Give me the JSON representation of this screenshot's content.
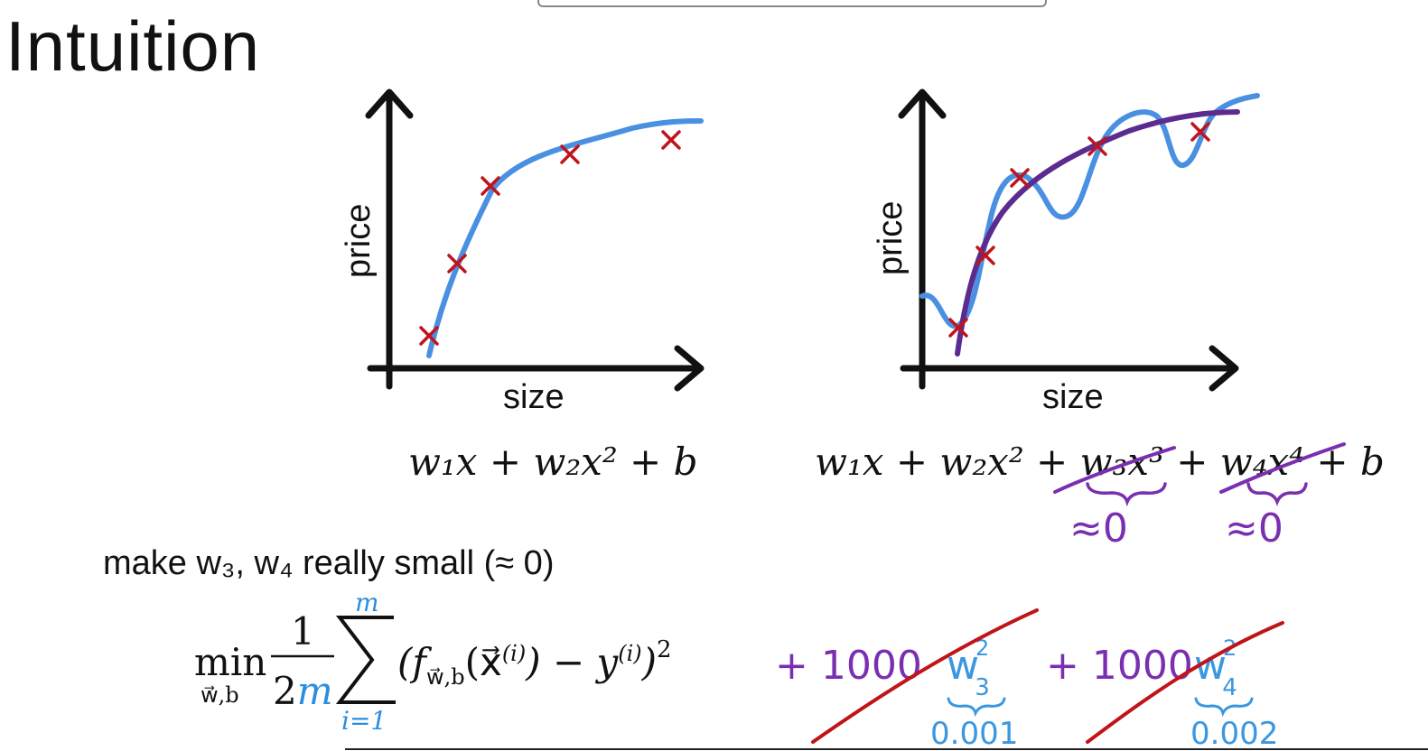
{
  "slide": {
    "title": "Intuition"
  },
  "left_plot": {
    "x_label": "size",
    "y_label": "price",
    "equation": "w₁x + w₂x² + b"
  },
  "right_plot": {
    "x_label": "size",
    "y_label": "price",
    "equation": "w₁x + w₂x² + w₃x³ + w₄x⁴ + b",
    "annotation_w3": "≈0",
    "annotation_w4": "≈0"
  },
  "caption": {
    "text": "make w₃, w₄ really small (≈ 0)"
  },
  "cost": {
    "min": "min",
    "min_sub": "w⃗,b",
    "frac_num": "1",
    "frac_den_2": "2",
    "frac_den_m": "m",
    "sum_top": "m",
    "sum_bottom": "i=1",
    "body": "(f",
    "f_sub": "w⃗,b",
    "x_part": "(x⃗",
    "x_sup": "(i)",
    "minus_y": ") − y",
    "y_sup": "(i)",
    "close": ")",
    "sq": "2",
    "pen1": "+ 1000",
    "w3": "w",
    "w3_sub": "3",
    "w3_sup": "2",
    "pen2": "+ 1000",
    "w4": "w",
    "w4_sub": "4",
    "w4_sup": "2",
    "val_w3": "0.001",
    "val_w4": "0.002"
  },
  "colors": {
    "fit_blue": "#4a90e2",
    "fit_purple": "#5b2b8f",
    "marker_red": "#c0141c",
    "hand_purple": "#7a2fb0",
    "hand_red": "#c01418",
    "hand_blue": "#3a97e0"
  }
}
